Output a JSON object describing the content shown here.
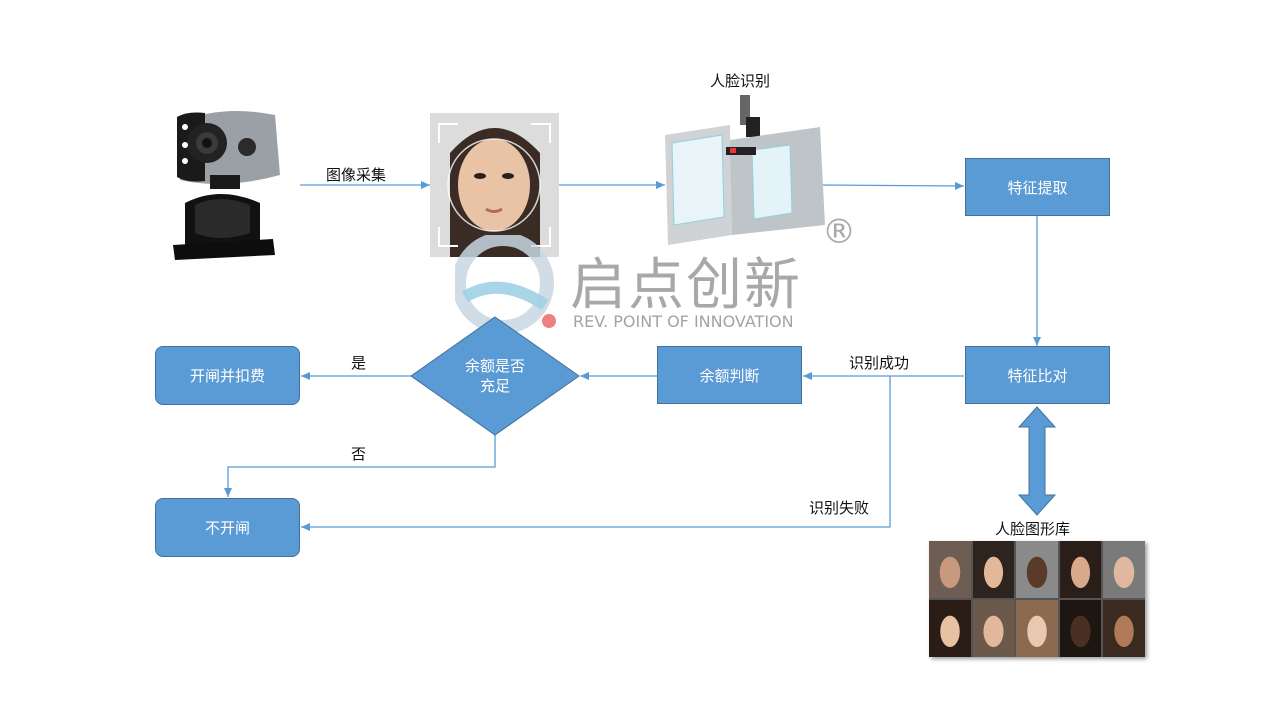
{
  "labels": {
    "image_capture": "图像采集",
    "face_recognition": "人脸识别",
    "recognition_success": "识别成功",
    "recognition_fail": "识别失败",
    "yes": "是",
    "no": "否",
    "face_library": "人脸图形库"
  },
  "nodes": {
    "feature_extract": "特征提取",
    "feature_compare": "特征比对",
    "balance_check": "余额判断",
    "balance_enough_line1": "余额是否",
    "balance_enough_line2": "充足",
    "open_gate_charge": "开闸并扣费",
    "no_open": "不开闸"
  },
  "watermark": {
    "brand_cn": "启点创新",
    "brand_en": "REV. POINT OF INNOVATION",
    "registered": "®"
  },
  "colors": {
    "node_fill": "#5b9bd5",
    "node_border": "#41719c",
    "connector": "#5b9bd5"
  }
}
